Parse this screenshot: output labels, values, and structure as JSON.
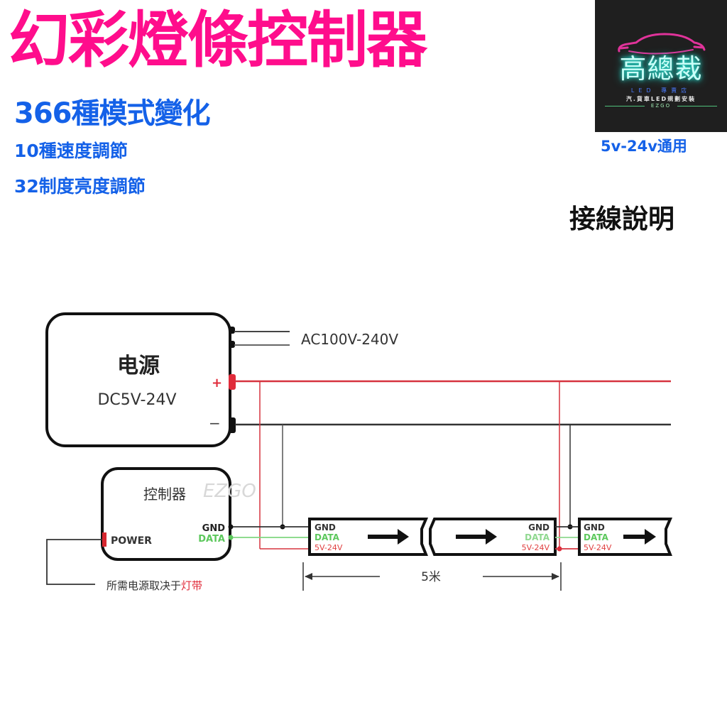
{
  "header": {
    "title": "幻彩燈條控制器",
    "modes": "366種模式變化",
    "speed": "10種速度調節",
    "brightness": "32制度亮度調節",
    "voltage_compat": "5v-24v通用",
    "wiring_heading": "接線說明"
  },
  "logo": {
    "brand_name": "高總裁",
    "tagline": "LED 專賣店",
    "service": "汽.貨車LED規劃安裝",
    "sub_brand": "EZGO",
    "background_color": "#1f1f1f",
    "glow_color": "#2ef0e0",
    "car_color": "#e0339a"
  },
  "diagram": {
    "power_supply": {
      "name": "电源",
      "output": "DC5V-24V",
      "ac_input": "AC100V-240V",
      "positive_symbol": "+",
      "negative_symbol": "−"
    },
    "controller": {
      "name": "控制器",
      "power_label": "POWER",
      "gnd_label": "GND",
      "data_label": "DATA",
      "watermark": "EZGO"
    },
    "power_note": {
      "prefix": "所需电源取决于",
      "highlight": "灯带"
    },
    "strip_segments": [
      {
        "gnd": "GND",
        "data": "DATA",
        "vcc": "5V-24V"
      },
      {
        "gnd": "GND",
        "data": "DATA",
        "vcc": "5V-24V"
      },
      {
        "gnd": "GND",
        "data": "DATA",
        "vcc": "5V-24V"
      }
    ],
    "length_label": "5米",
    "colors": {
      "positive_wire": "#e02b3a",
      "negative_wire": "#222222",
      "data_wire": "#5cc85c",
      "gnd_text": "#333333",
      "data_text": "#5cc85c",
      "vcc_text": "#e04040"
    }
  }
}
